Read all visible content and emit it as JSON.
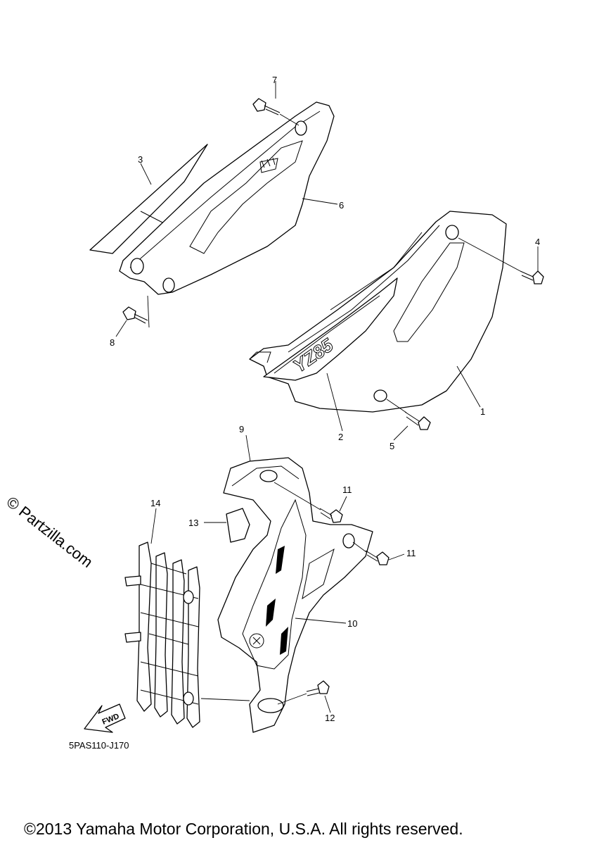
{
  "diagram": {
    "code": "5PAS110-J170",
    "watermark": "© Partzilla.com",
    "copyright": "©2013 Yamaha Motor Corporation, U.S.A. All rights reserved.",
    "fwd_label": "FWD",
    "decal_text": "YZ85",
    "callouts": [
      "1",
      "2",
      "3",
      "4",
      "5",
      "6",
      "7",
      "8",
      "9",
      "10",
      "11",
      "11",
      "12",
      "13",
      "14"
    ]
  }
}
